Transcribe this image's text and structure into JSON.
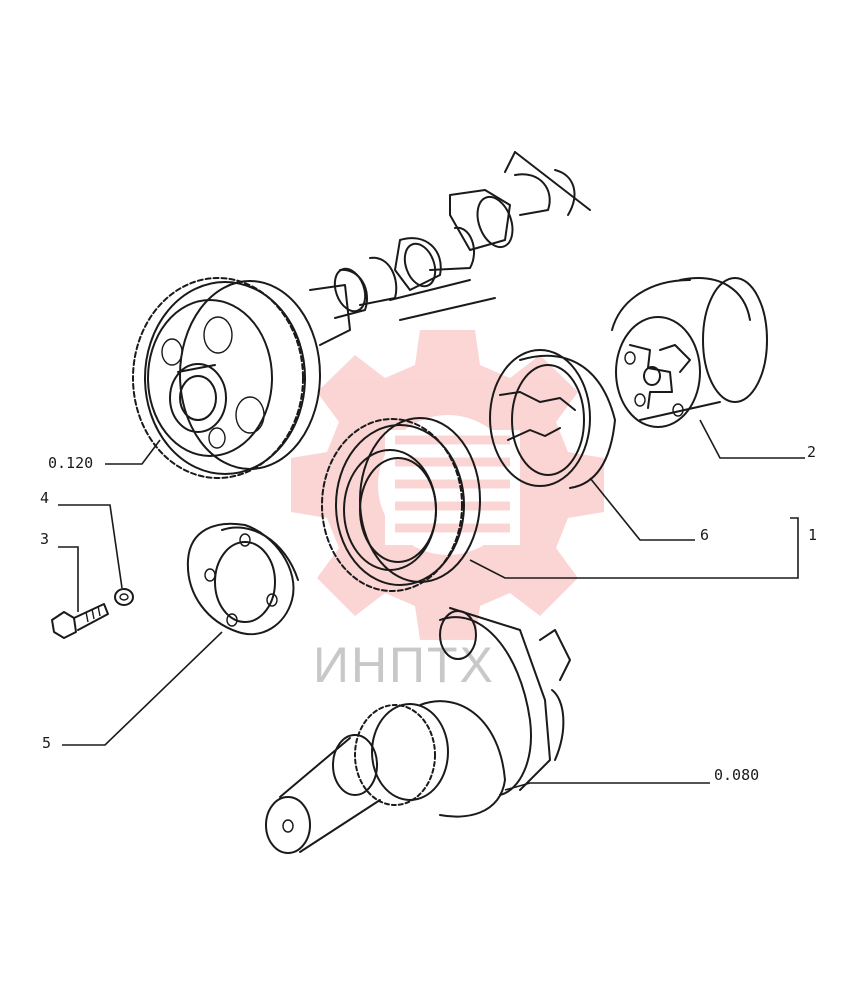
{
  "callouts": {
    "camshaft_gear": "0.120",
    "gear_set": "1",
    "oil_pump": "2",
    "bolt": "3",
    "washer": "4",
    "thrust_plate": "5",
    "bushing": "6",
    "crankshaft": "0.080"
  },
  "watermark": {
    "text": "ИНПТХ",
    "color": "#f04040"
  }
}
